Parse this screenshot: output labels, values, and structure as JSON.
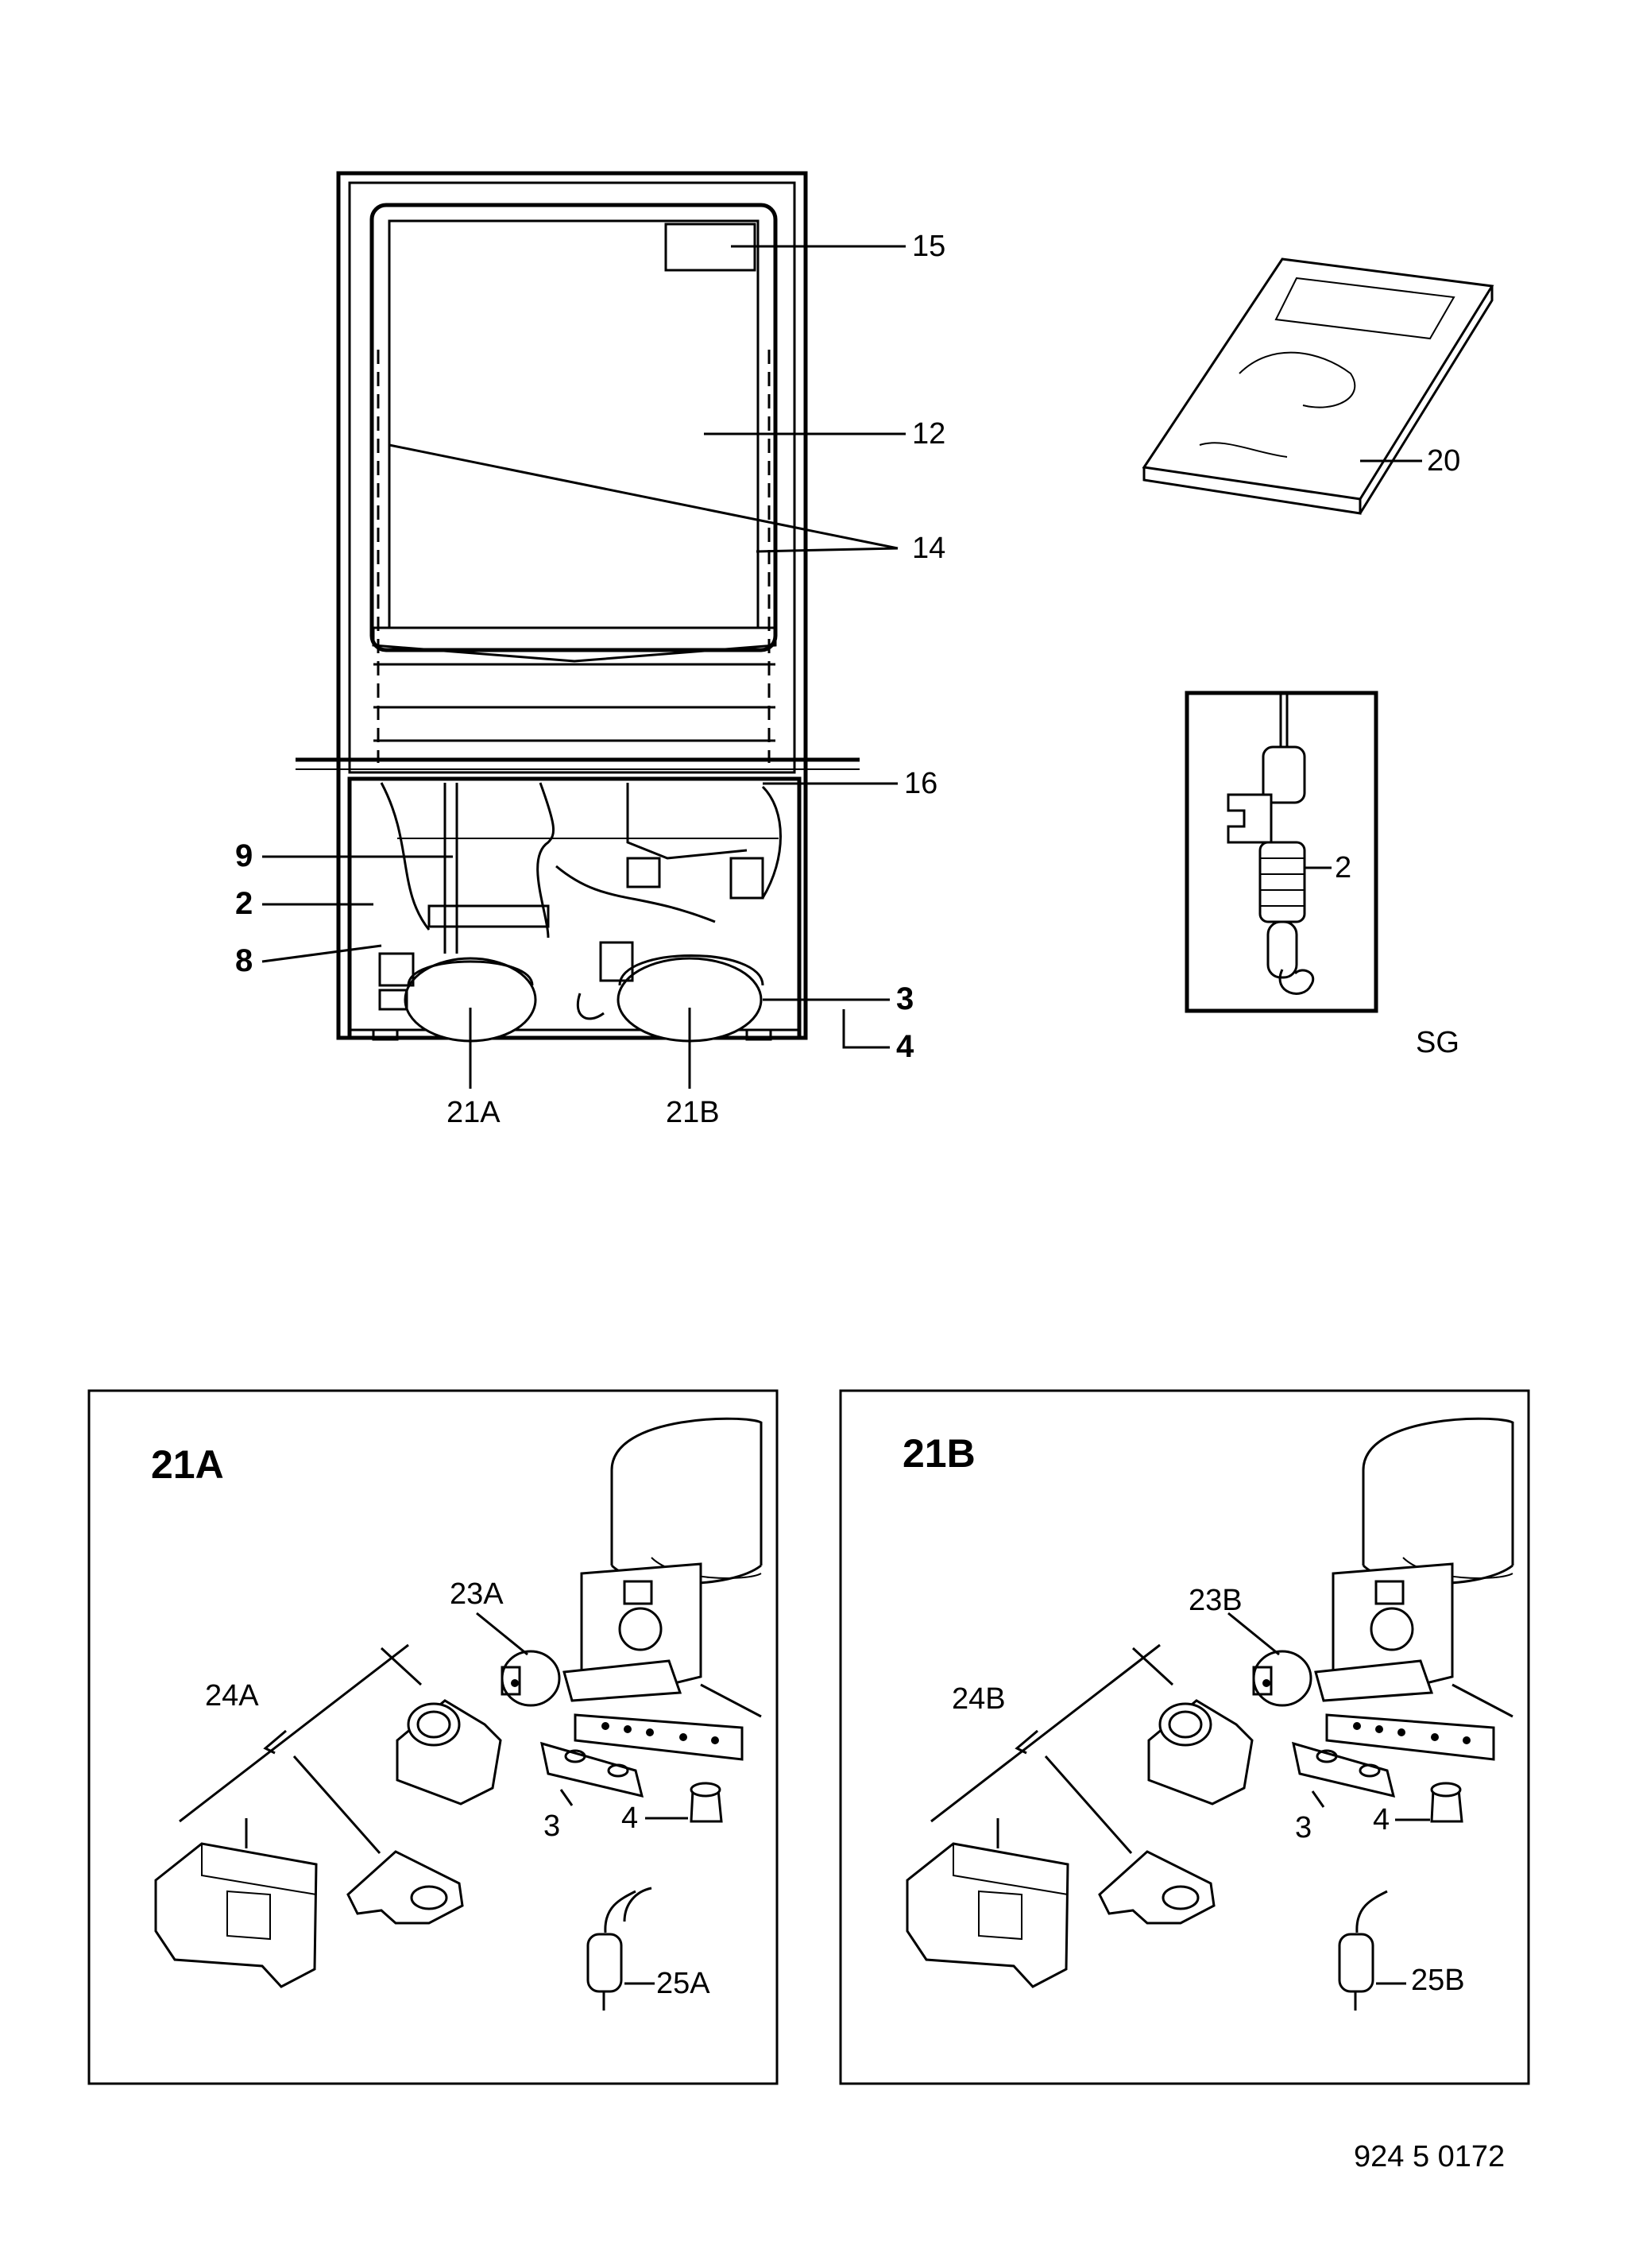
{
  "callouts": {
    "c15": "15",
    "c12": "12",
    "c14": "14",
    "c20": "20",
    "c16": "16",
    "c9": "9",
    "c2": "2",
    "c8": "8",
    "c3": "3",
    "c4": "4",
    "c21a": "21A",
    "c21b": "21B",
    "c2_inset": "2",
    "sg": "SG"
  },
  "panel_a": {
    "title": "21A",
    "c23": "23A",
    "c24": "24A",
    "c3": "3",
    "c4": "4",
    "c25": "25A"
  },
  "panel_b": {
    "title": "21B",
    "c23": "23B",
    "c24": "24B",
    "c3": "3",
    "c4": "4",
    "c25": "25B"
  },
  "footer": {
    "code": "924 5 0172"
  }
}
